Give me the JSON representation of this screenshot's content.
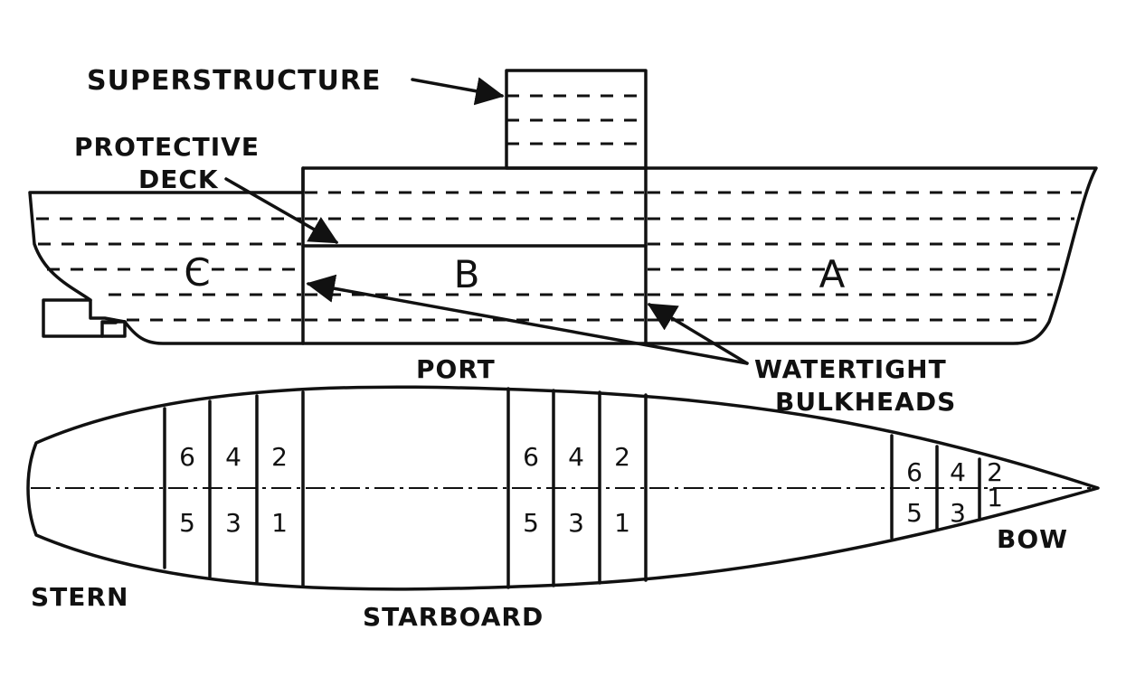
{
  "labels": {
    "superstructure": "SUPERSTRUCTURE",
    "protective_deck_line1": "PROTECTIVE",
    "protective_deck_line2": "DECK",
    "port": "PORT",
    "watertight_line1": "WATERTIGHT",
    "watertight_line2": "BULKHEADS",
    "stern": "STERN",
    "starboard": "STARBOARD",
    "bow": "BOW"
  },
  "compartments": {
    "a": "A",
    "b": "B",
    "c": "C"
  },
  "plan_groups": {
    "stern_group": {
      "port": [
        "6",
        "4",
        "2"
      ],
      "starboard": [
        "5",
        "3",
        "1"
      ]
    },
    "middle_group": {
      "port": [
        "6",
        "4",
        "2"
      ],
      "starboard": [
        "5",
        "3",
        "1"
      ]
    },
    "bow_group": {
      "port": [
        "6",
        "4",
        "2"
      ],
      "starboard": [
        "5",
        "3",
        "1"
      ]
    }
  },
  "colors": {
    "ink": "#111111",
    "paper": "#ffffff"
  }
}
